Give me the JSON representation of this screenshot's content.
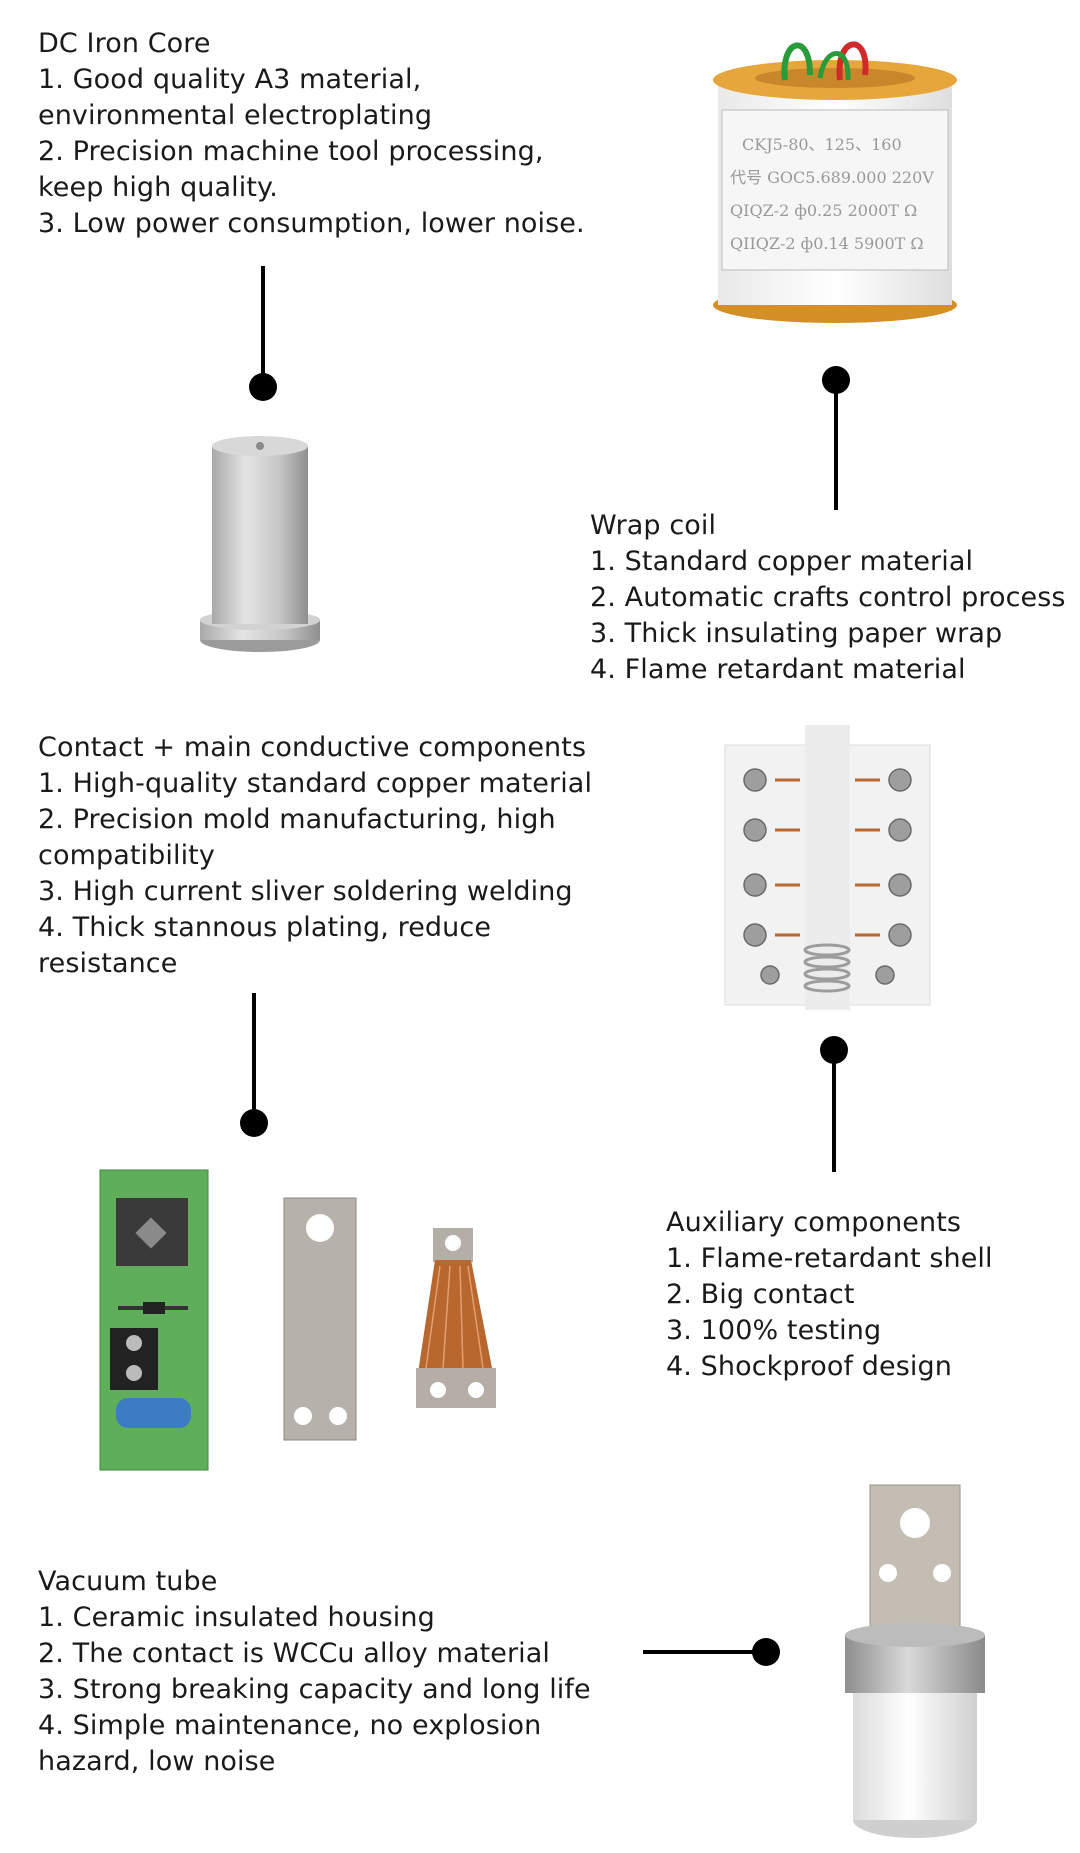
{
  "sections": {
    "dc_iron_core": {
      "title": "DC Iron Core",
      "items": [
        [
          "1. Good quality A3 material,",
          "environmental electroplating"
        ],
        [
          "2. Precision machine tool processing,",
          "keep high quality."
        ],
        [
          "3. Low power consumption, lower noise.",
          ""
        ]
      ]
    },
    "wrap_coil": {
      "title": "Wrap coil",
      "items": [
        "1. Standard copper material",
        "2. Automatic crafts control process",
        "3. Thick insulating paper wrap",
        "4. Flame retardant material"
      ],
      "label_lines": [
        "CKJ5-80、125、160",
        "代号  GOC5.689.000  220V",
        "QIQZ-2  ф0.25  2000T  Ω",
        "QIIQZ-2  ф0.14  5900T  Ω"
      ]
    },
    "contact": {
      "title": "Contact + main conductive components",
      "items": [
        [
          "1. High-quality standard copper material",
          ""
        ],
        [
          "2. Precision mold manufacturing, high",
          "compatibility"
        ],
        [
          "3. High current sliver soldering welding",
          ""
        ],
        [
          "4. Thick stannous plating, reduce",
          "resistance"
        ]
      ]
    },
    "auxiliary": {
      "title": "Auxiliary components",
      "items": [
        "1. Flame-retardant shell",
        "2. Big contact",
        "3. 100% testing",
        "4. Shockproof design"
      ]
    },
    "vacuum_tube": {
      "title": "Vacuum tube",
      "items": [
        [
          "1. Ceramic insulated housing",
          ""
        ],
        [
          "2. The contact is WCCu alloy material",
          ""
        ],
        [
          "3. Strong breaking capacity and long life",
          ""
        ],
        [
          "4. Simple maintenance, no explosion",
          "hazard, low noise"
        ]
      ]
    }
  },
  "colors": {
    "text": "#1a1a1a",
    "connector": "#000000",
    "pcb_green": "#5fae5a",
    "copper": "#b8672f",
    "metal": "#c9c9c9",
    "coil_gold": "#e7a63b"
  }
}
